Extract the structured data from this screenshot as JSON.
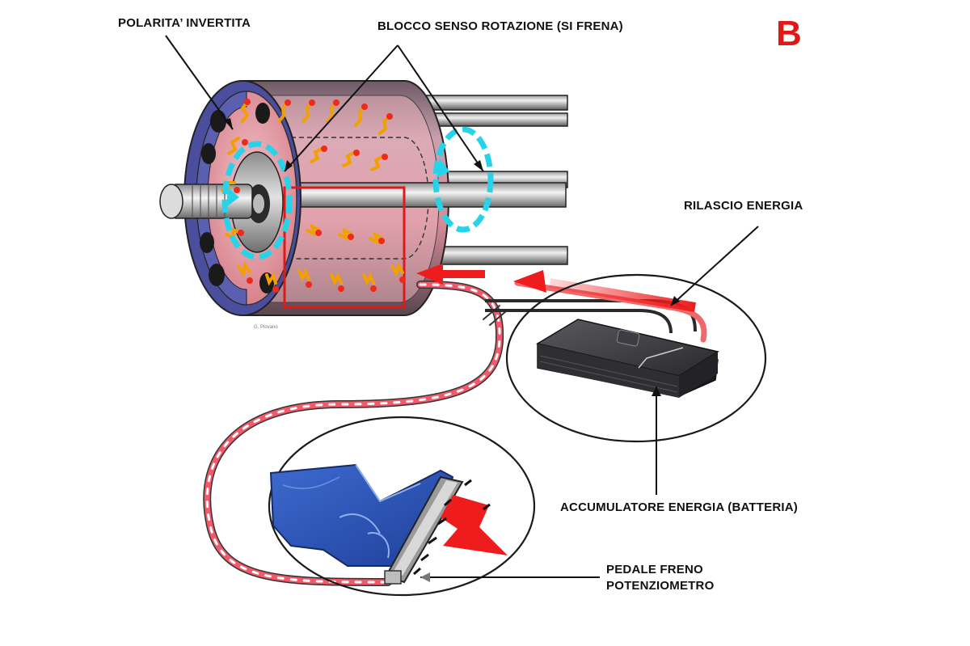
{
  "panel_letter": "B",
  "credit": "G. Piovano",
  "labels": {
    "polarity": "POLARITA’ INVERTITA",
    "rotation_block": "BLOCCO SENSO ROTAZIONE (SI FRENA)",
    "energy_release": "RILASCIO ENERGIA",
    "accumulator": "ACCUMULATORE ENERGIA (BATTERIA)",
    "pedal_line1": "PEDALE FRENO",
    "pedal_line2": "POTENZIOMETRO"
  },
  "colors": {
    "label_text": "#111111",
    "panel_letter": "#e01818",
    "motor_pink": "#d77e8a",
    "stator_blue": "#5a5fb0",
    "field_arrows": "#f2a000",
    "rotation_cyan": "#27d3e8",
    "energy_red": "#ee1c1c",
    "shoe_blue": "#2a52b8",
    "battery_dark": "#2c2c30"
  },
  "icons": {
    "motor": "electric-motor-icon",
    "battery": "battery-icon",
    "pedal": "brake-pedal-icon",
    "shoe": "shoe-icon"
  }
}
